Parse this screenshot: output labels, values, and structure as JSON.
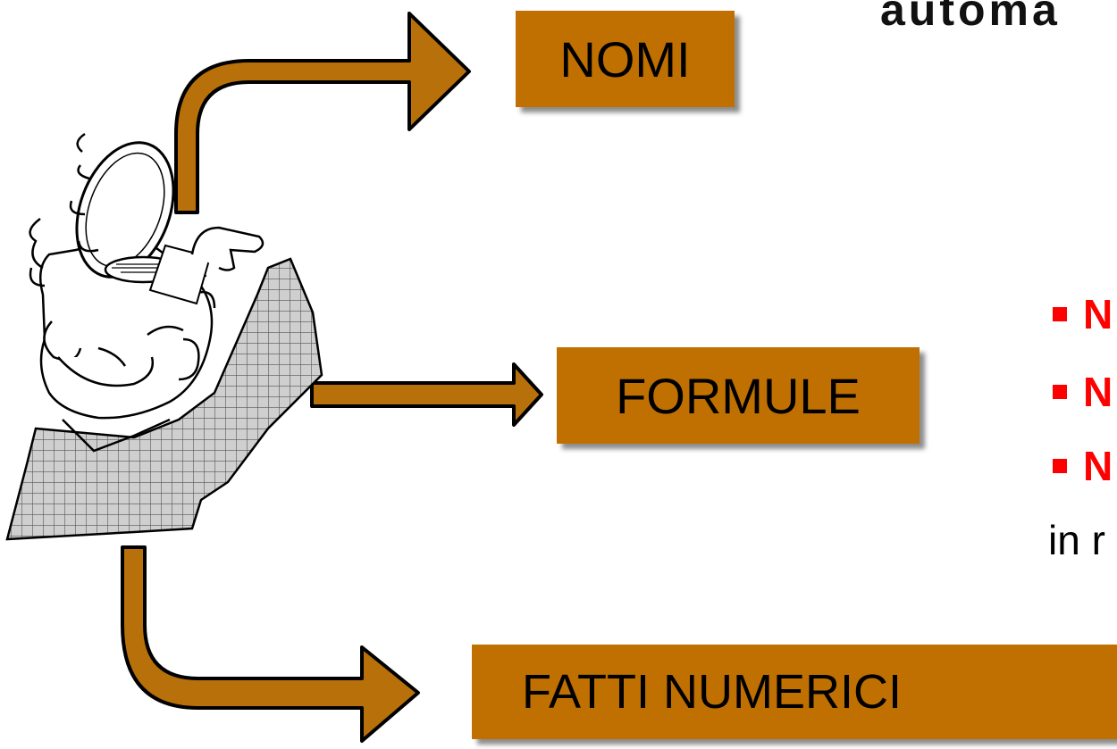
{
  "boxes": {
    "nomi": "NOMI",
    "formule": "FORMULE",
    "fatti_numerici": "FATTI NUMERICI"
  },
  "heading": "automa",
  "bullets": [
    "N",
    "N",
    "N"
  ],
  "trailing_text": "in r",
  "colors": {
    "box_fill": "#c07000",
    "arrow_fill": "#b8700a",
    "bullet_red": "#ff0000"
  },
  "icons": {
    "figure": "person-opening-head-icon"
  }
}
